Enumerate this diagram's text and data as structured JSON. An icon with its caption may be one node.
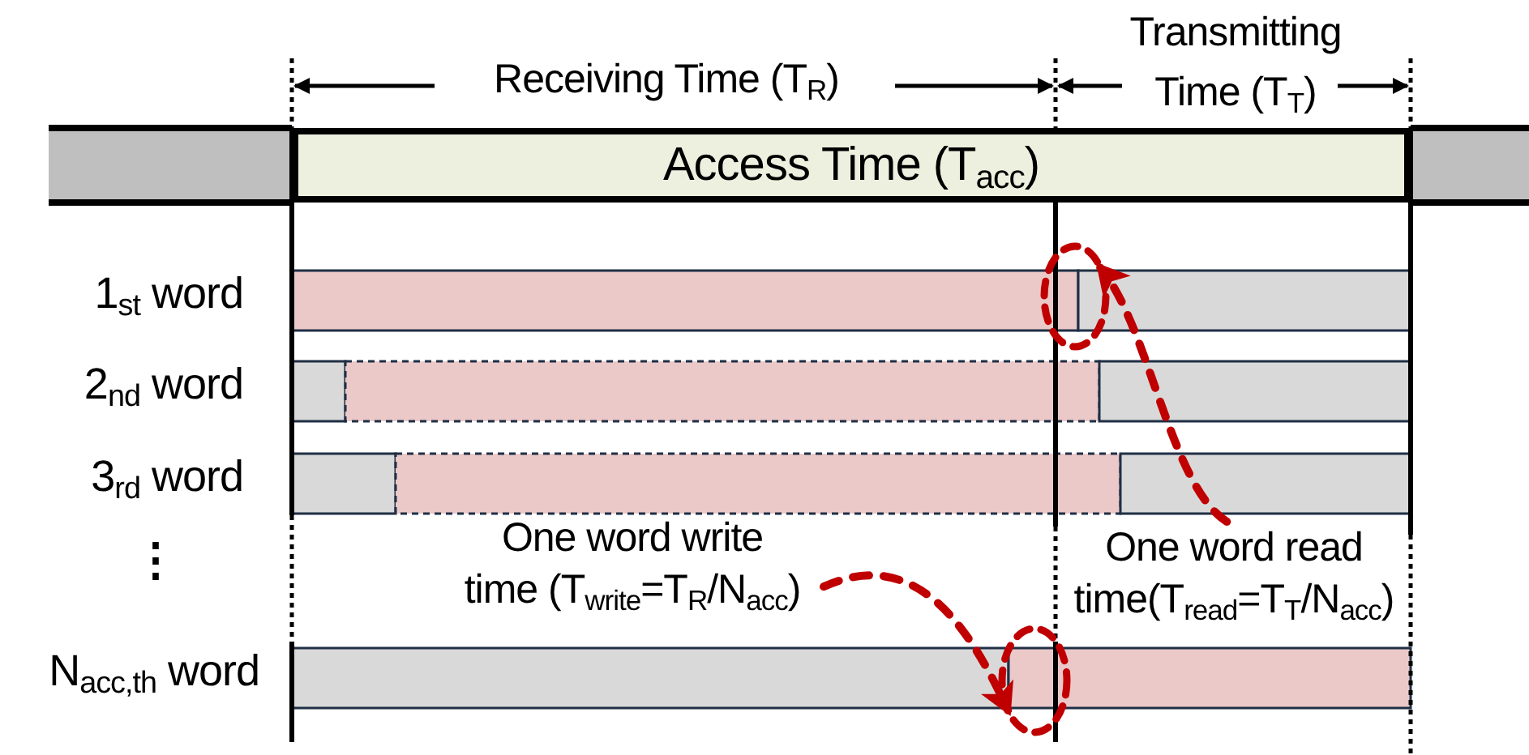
{
  "diagram": {
    "nodes": [
      {
        "text": [
          "Access Time (T$_{acc}$)"
        ]
      },
      {
        "text": [
          "One word write time (T$_{write}$=T$_{R}$/N$_{acc}$)"
        ]
      },
      {
        "text": [],
        "shape": "circle"
      },
      {
        "text": [
          "One word read time(T$_{read}$=T$_{T}$/N$_{acc}$)"
        ]
      },
      {
        "text": [],
        "shape": "circle"
      }
    ],
    "edges": [
      {
        "from": 1,
        "to": 2,
        "arrow": "to",
        "style": "dashed"
      },
      {
        "from": 3,
        "to": 4,
        "arrow": "to",
        "style": "dashed"
      }
    ],
    "labels": [
      "Transmitting Time (T$_{T}$)",
      "Receiving Time (T$_{R}$)",
      "1$_{st}$ word",
      "2$_{nd}$ word",
      "3$_{rd}$ word",
      "⋮",
      "N$_{acc,th}$ word"
    ]
  }
}
